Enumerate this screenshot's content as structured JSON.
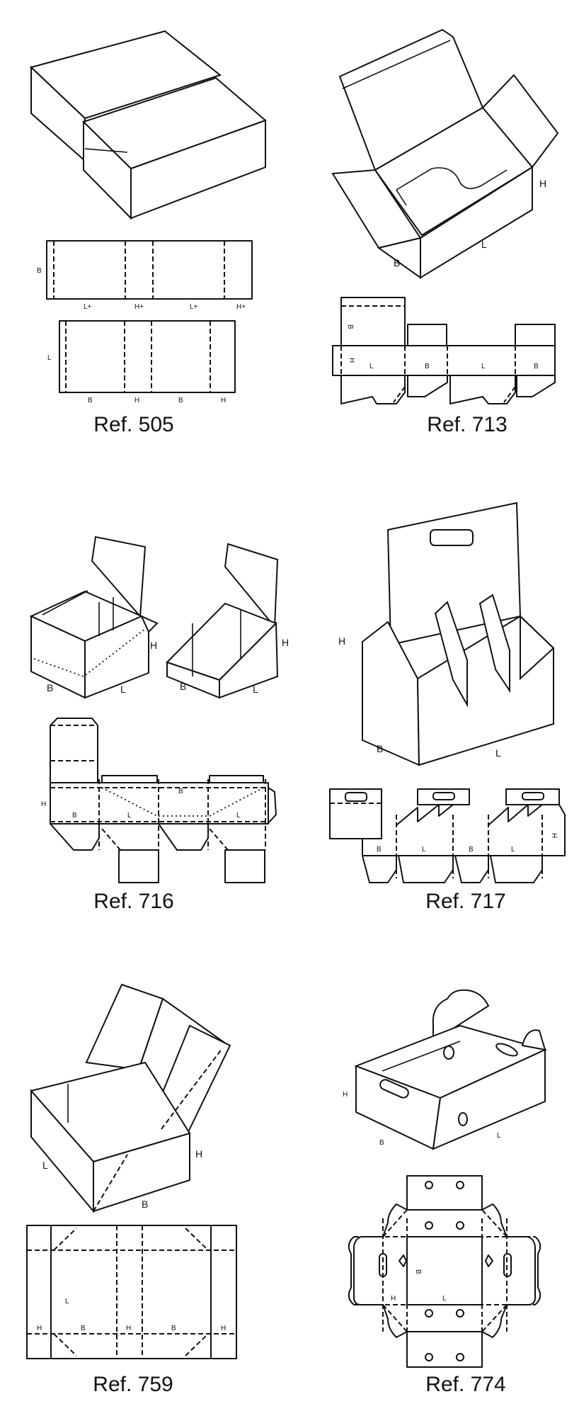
{
  "panels": [
    {
      "ref": "Ref. 505",
      "dims": {
        "b": "B",
        "l": "L",
        "lplus": "L+",
        "hplus": "H+",
        "h": "H"
      }
    },
    {
      "ref": "Ref. 713",
      "dims": {
        "b": "B",
        "l": "L",
        "h": "H"
      }
    },
    {
      "ref": "Ref. 716",
      "dims": {
        "b": "B",
        "l": "L",
        "h": "H"
      }
    },
    {
      "ref": "Ref. 717",
      "dims": {
        "b": "B",
        "l": "L",
        "h": "H"
      }
    },
    {
      "ref": "Ref. 759",
      "dims": {
        "b": "B",
        "l": "L",
        "h": "H"
      }
    },
    {
      "ref": "Ref. 774",
      "dims": {
        "b": "B",
        "l": "L",
        "h": "H"
      }
    }
  ]
}
